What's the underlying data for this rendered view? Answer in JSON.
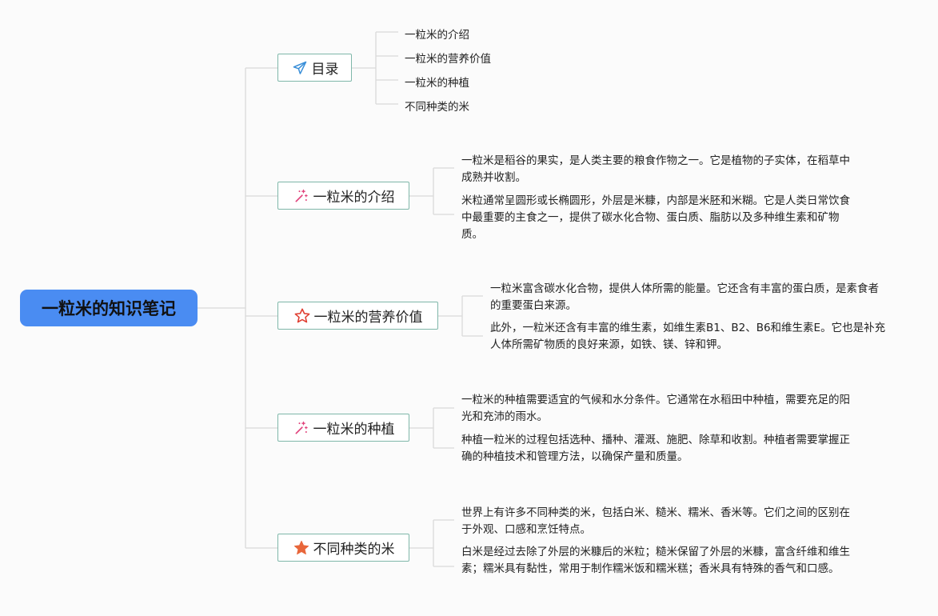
{
  "root": {
    "label": "一粒米的知识笔记"
  },
  "branches": [
    {
      "label": "目录",
      "icon": "paper-plane-icon",
      "items": [
        "一粒米的介绍",
        "一粒米的营养价值",
        "一粒米的种植",
        "不同种类的米"
      ]
    },
    {
      "label": "一粒米的介绍",
      "icon": "sparkle-wand-icon",
      "paragraphs": [
        "一粒米是稻谷的果实，是人类主要的粮食作物之一。它是植物的子实体，在稻草中成熟并收割。",
        "米粒通常呈圆形或长椭圆形，外层是米糠，内部是米胚和米糊。它是人类日常饮食中最重要的主食之一，提供了碳水化合物、蛋白质、脂肪以及多种维生素和矿物质。"
      ]
    },
    {
      "label": "一粒米的营养价值",
      "icon": "star-outline-icon",
      "paragraphs": [
        "一粒米富含碳水化合物，提供人体所需的能量。它还含有丰富的蛋白质，是素食者的重要蛋白来源。",
        "此外，一粒米还含有丰富的维生素，如维生素B1、B2、B6和维生素E。它也是补充人体所需矿物质的良好来源，如铁、镁、锌和钾。"
      ]
    },
    {
      "label": "一粒米的种植",
      "icon": "sparkle-wand-icon",
      "paragraphs": [
        "一粒米的种植需要适宜的气候和水分条件。它通常在水稻田中种植，需要充足的阳光和充沛的雨水。",
        "种植一粒米的过程包括选种、播种、灌溉、施肥、除草和收割。种植者需要掌握正确的种植技术和管理方法，以确保产量和质量。"
      ]
    },
    {
      "label": "不同种类的米",
      "icon": "star-filled-icon",
      "paragraphs": [
        "世界上有许多不同种类的米，包括白米、糙米、糯米、香米等。它们之间的区别在于外观、口感和烹饪特点。",
        "白米是经过去除了外层的米糠后的米粒；糙米保留了外层的米糠，富含纤维和维生素；糯米具有黏性，常用于制作糯米饭和糯米糕；香米具有特殊的香气和口感。"
      ]
    }
  ],
  "colors": {
    "root_fill": "#4a8cf2",
    "node_border": "#7fb7a9",
    "connector": "#d9d9d9",
    "plane_icon": "#3a8fd8",
    "wand_icon": "#e0417a",
    "star_outline_icon": "#e03c2f",
    "star_filled_icon": "#e8663a"
  }
}
